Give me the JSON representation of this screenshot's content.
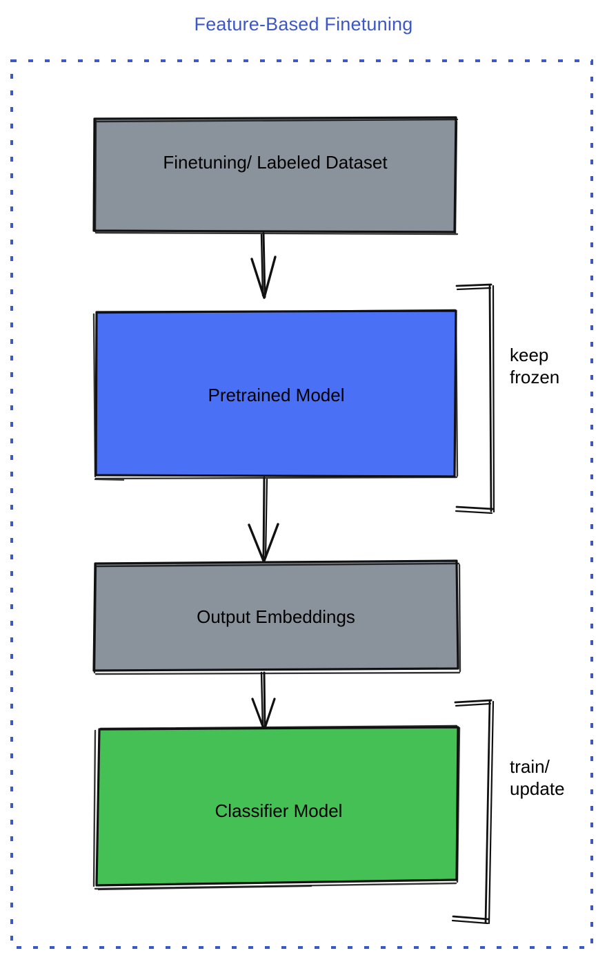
{
  "diagram": {
    "title": "Feature-Based Finetuning",
    "title_color": "#3c57c6",
    "border_color": "#3c57c6",
    "background": "#ffffff",
    "nodes": [
      {
        "id": "finetuning-dataset",
        "label": "Finetuning/ Labeled Dataset",
        "fill": "#8a939c",
        "stroke": "#111111",
        "shape": "rectangle"
      },
      {
        "id": "pretrained-model",
        "label": "Pretrained Model",
        "fill": "#4a70f5",
        "stroke": "#111111",
        "shape": "rectangle"
      },
      {
        "id": "output-embeddings",
        "label": "Output Embeddings",
        "fill": "#8a939c",
        "stroke": "#111111",
        "shape": "rectangle"
      },
      {
        "id": "classifier-model",
        "label": "Classifier Model",
        "fill": "#45c055",
        "stroke": "#111111",
        "shape": "rectangle"
      }
    ],
    "annotations": [
      {
        "id": "keep-frozen",
        "line1": "keep",
        "line2": "frozen",
        "target": "pretrained-model"
      },
      {
        "id": "train-update",
        "line1": "train/",
        "line2": "update",
        "target": "classifier-model"
      }
    ],
    "edges": [
      {
        "id": "edge-dataset-to-pretrained",
        "from": "finetuning-dataset",
        "to": "pretrained-model",
        "style": "arrow"
      },
      {
        "id": "edge-pretrained-to-embeddings",
        "from": "pretrained-model",
        "to": "output-embeddings",
        "style": "arrow"
      },
      {
        "id": "edge-embeddings-to-classifier",
        "from": "output-embeddings",
        "to": "classifier-model",
        "style": "arrow"
      }
    ]
  }
}
